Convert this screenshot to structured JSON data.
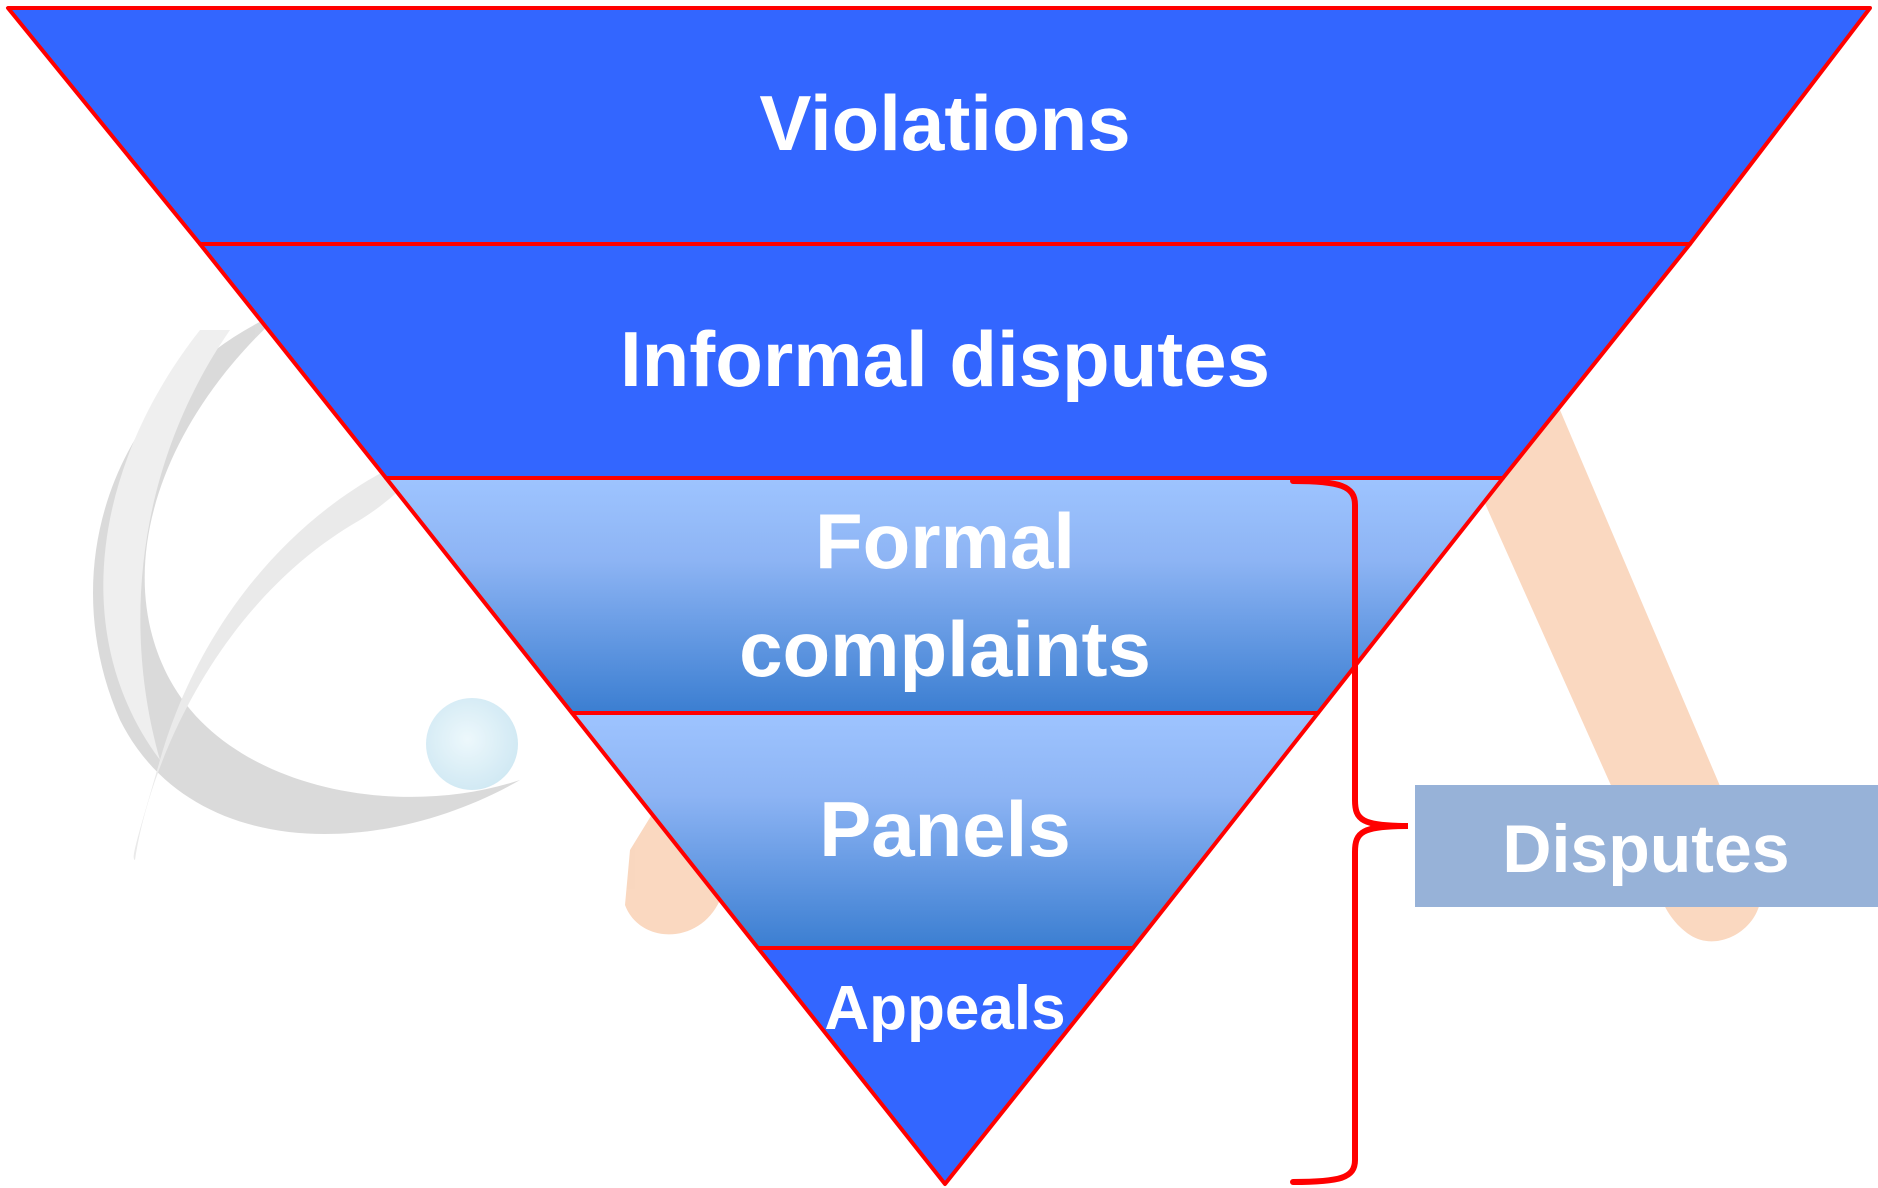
{
  "funnel": {
    "layers": [
      {
        "id": "violations",
        "label": "Violations",
        "style": "solid"
      },
      {
        "id": "informal-disputes",
        "label": "Informal disputes",
        "style": "solid"
      },
      {
        "id": "formal-complaints",
        "label_line1": "Formal",
        "label_line2": "complaints",
        "style": "gradient"
      },
      {
        "id": "panels",
        "label": "Panels",
        "style": "gradient"
      },
      {
        "id": "appeals",
        "label": "Appeals",
        "style": "solid"
      }
    ]
  },
  "bracket": {
    "label": "Disputes"
  },
  "colors": {
    "solid_blue": "#3366ff",
    "gradient_top": "#9ec4ff",
    "gradient_bottom": "#3b7ed1",
    "outline_red": "#ff0000",
    "disputes_box": "#97b2d8",
    "watermark_grey": "#c8c8c8",
    "watermark_orange": "#f7c9a8",
    "watermark_ball": "#bfe3f0"
  }
}
